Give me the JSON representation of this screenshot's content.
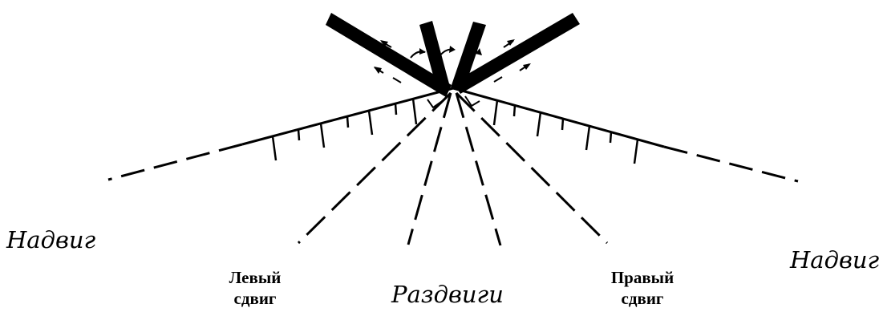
{
  "diagram": {
    "line_color": "#000000",
    "background_color": "#ffffff",
    "labels": {
      "thrust_left": "Надвиг",
      "thrust_right": "Надвиг",
      "left_shear_line1": "Левый",
      "left_shear_line2": "сдвиг",
      "spreading": "Раздвиги",
      "right_shear_line1": "Правый",
      "right_shear_line2": "сдвиг"
    }
  }
}
